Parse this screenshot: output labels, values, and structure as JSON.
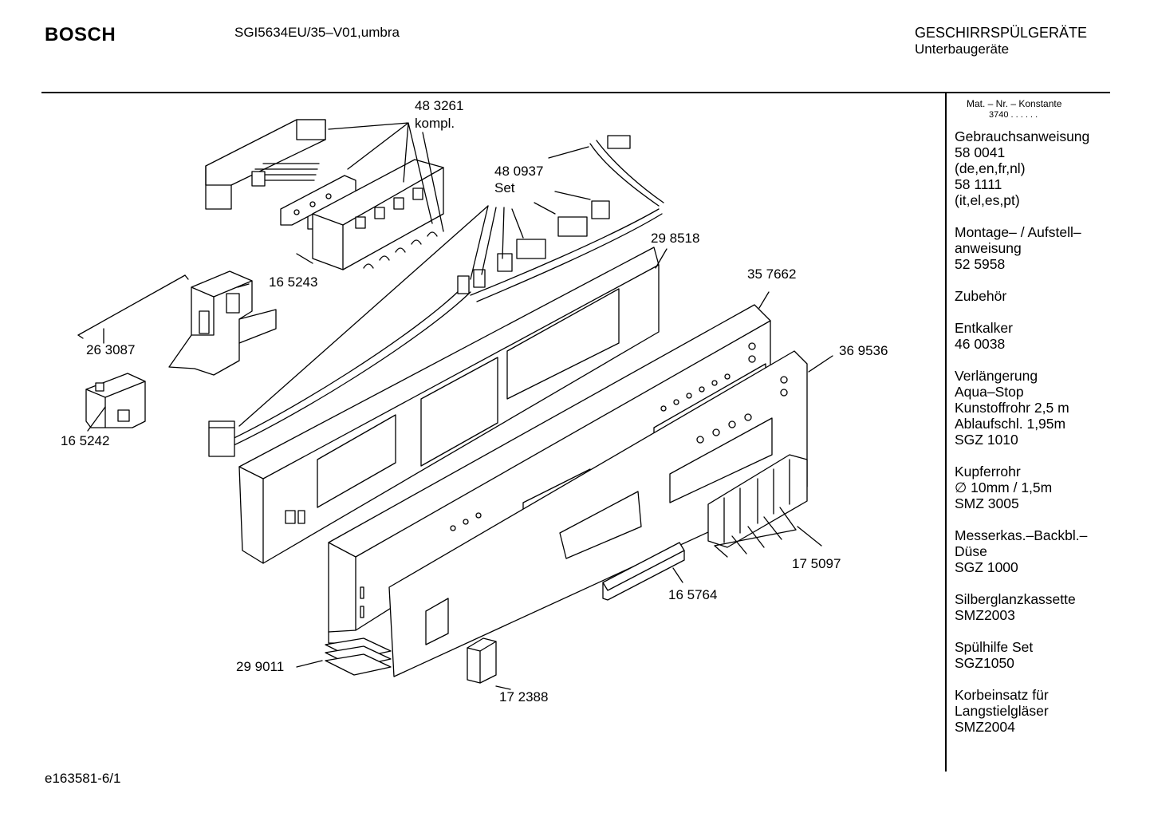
{
  "header": {
    "brand": "BOSCH",
    "model": "SGI5634EU/35–V01,umbra",
    "category_line1": "GESCHIRRSPÜLGERÄTE",
    "category_line2": "Unterbaugeräte"
  },
  "sidebar": {
    "mat_label": "Mat. – Nr. – Konstante",
    "mat_value": "3740  .  .    .  .  .  .",
    "groups": [
      [
        "Gebrauchsanweisung",
        "58 0041",
        "(de,en,fr,nl)",
        "58 1111",
        "(it,el,es,pt)"
      ],
      [
        "Montage– / Aufstell–",
        "anweisung",
        "52 5958"
      ],
      [
        "Zubehör"
      ],
      [
        "Entkalker",
        "46 0038"
      ],
      [
        "Verlängerung",
        "Aqua–Stop",
        "Kunstoffrohr 2,5 m",
        "Ablaufschl. 1,95m",
        "SGZ 1010"
      ],
      [
        "Kupferrohr",
        "∅ 10mm / 1,5m",
        "SMZ 3005"
      ],
      [
        "Messerkas.–Backbl.–",
        "Düse",
        "SGZ 1000"
      ],
      [
        "Silberglanzkassette",
        "SMZ2003"
      ],
      [
        "Spülhilfe Set",
        "SGZ1050"
      ],
      [
        "Korbeinsatz für",
        "Langstielgläser",
        "SMZ2004"
      ]
    ]
  },
  "parts": {
    "p483261": "48 3261",
    "p483261_sub": "kompl.",
    "p480937": "48 0937",
    "p480937_sub": "Set",
    "p298518": "29 8518",
    "p165243": "16 5243",
    "p263087": "26 3087",
    "p165242": "16 5242",
    "p357662": "35 7662",
    "p369536": "36 9536",
    "p175097": "17 5097",
    "p165764": "16 5764",
    "p299011": "29 9011",
    "p172388": "17 2388"
  },
  "footer": {
    "drawing_id": "e163581-6/1"
  }
}
